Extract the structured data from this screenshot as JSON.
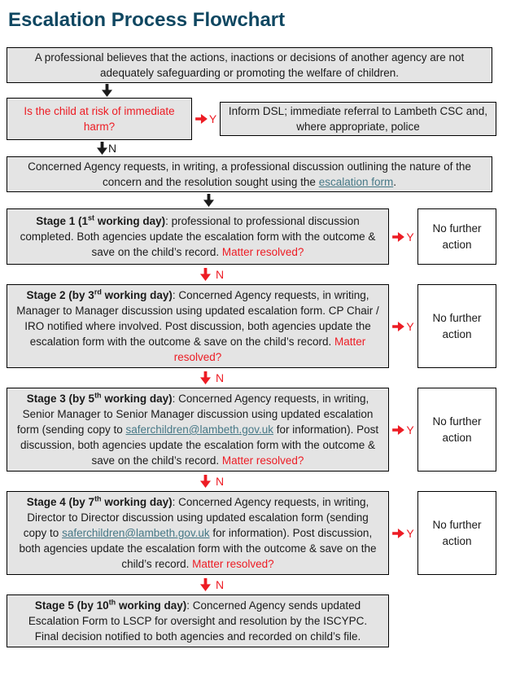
{
  "title": "Escalation Process Flowchart",
  "colors": {
    "heading": "#0f4761",
    "red": "#ed1c24",
    "link": "#467886",
    "box_fill": "#e4e4e4",
    "border": "#000000"
  },
  "flow": {
    "yes_label": "Y",
    "no_label": "N",
    "no_further_action": "No further action",
    "intro": "A professional believes that the actions, inactions or decisions of another agency are not adequately safeguarding or promoting the welfare of children.",
    "question": "Is the child at risk of immediate harm?",
    "inform": "Inform DSL; immediate referral to Lambeth CSC and, where appropriate, police",
    "request": {
      "pre": "Concerned Agency requests, in writing, a professional discussion outlining the nature of the concern and the resolution sought using the ",
      "link": "escalation form",
      "post": "."
    },
    "stages": [
      {
        "title_pre": "Stage 1 (1",
        "ordinal": "st",
        "title_post": " working day)",
        "body": ": professional to professional discussion completed. Both agencies update the escalation form with the outcome & save on the child’s record. ",
        "link": "",
        "body_after_link": "",
        "question": "Matter resolved?"
      },
      {
        "title_pre": "Stage 2 (by 3",
        "ordinal": "rd",
        "title_post": " working day)",
        "body": ": Concerned Agency requests, in writing, Manager to Manager discussion using updated escalation form. CP Chair / IRO notified where involved. Post discussion, both agencies update the escalation form with the outcome & save on the child’s record. ",
        "link": "",
        "body_after_link": "",
        "question": "Matter resolved?"
      },
      {
        "title_pre": "Stage 3 (by 5",
        "ordinal": "th",
        "title_post": " working day)",
        "body": ": Concerned Agency requests, in writing, Senior Manager to Senior Manager discussion using updated escalation form (sending copy to ",
        "link": "saferchildren@lambeth.gov.uk",
        "body_after_link": " for information). Post discussion, both agencies update the escalation form with the outcome & save on the child’s record. ",
        "question": "Matter resolved?"
      },
      {
        "title_pre": "Stage 4 (by 7",
        "ordinal": "th",
        "title_post": " working day)",
        "body": ": Concerned Agency requests, in writing, Director to Director discussion using updated escalation form (sending copy to ",
        "link": "saferchildren@lambeth.gov.uk",
        "body_after_link": " for information). Post discussion, both agencies update the escalation form with the outcome & save on the child’s record. ",
        "question": "Matter resolved?"
      },
      {
        "title_pre": "Stage 5 (by 10",
        "ordinal": "th",
        "title_post": " working day)",
        "body": ": Concerned Agency sends updated Escalation Form to LSCP for oversight and resolution by the ISCYPC. Final decision notified to both agencies and recorded on child’s file.",
        "link": "",
        "body_after_link": "",
        "question": ""
      }
    ]
  }
}
